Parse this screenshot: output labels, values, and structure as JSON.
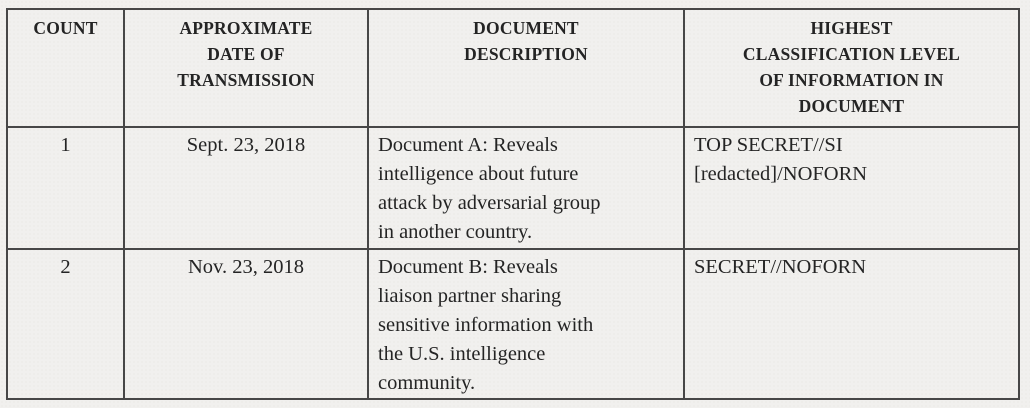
{
  "table": {
    "columns": [
      {
        "key": "count",
        "label": "COUNT"
      },
      {
        "key": "date",
        "label": "APPROXIMATE\nDATE OF\nTRANSMISSION"
      },
      {
        "key": "description",
        "label": "DOCUMENT\nDESCRIPTION"
      },
      {
        "key": "classification",
        "label": "HIGHEST\nCLASSIFICATION LEVEL\nOF INFORMATION IN\nDOCUMENT"
      }
    ],
    "rows": [
      {
        "count": "1",
        "date": "Sept. 23, 2018",
        "description": "Document A: Reveals\nintelligence about future\nattack by adversarial group\nin another country.",
        "classification": "TOP SECRET//SI\n[redacted]/NOFORN"
      },
      {
        "count": "2",
        "date": "Nov. 23, 2018",
        "description": "Document B: Reveals\nliaison partner sharing\nsensitive information with\nthe U.S. intelligence\ncommunity.",
        "classification": "SECRET//NOFORN"
      }
    ]
  },
  "colors": {
    "paper_background": "#f1f0ee",
    "table_border": "#474747",
    "text": "#242424"
  }
}
